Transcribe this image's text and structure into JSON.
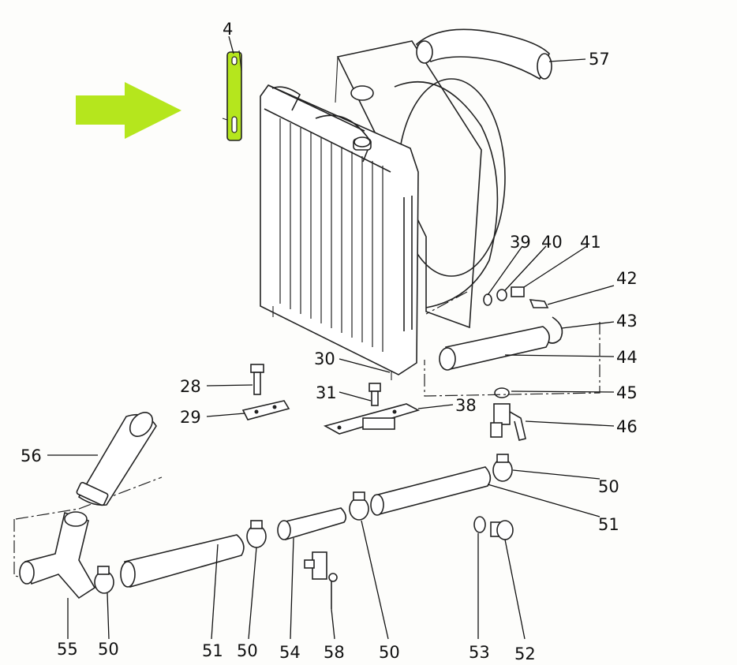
{
  "highlight_color": "#b5e61d",
  "arrow_icon": "green-arrow-right",
  "callouts": {
    "c4": "4",
    "c57": "57",
    "c39": "39",
    "c40": "40",
    "c41": "41",
    "c42": "42",
    "c43": "43",
    "c44": "44",
    "c45": "45",
    "c46": "46",
    "c30": "30",
    "c28": "28",
    "c29": "29",
    "c31": "31",
    "c38": "38",
    "c56": "56",
    "c50a": "50",
    "c51a": "51",
    "c55": "55",
    "c50b": "50",
    "c51b": "51",
    "c50c": "50",
    "c54": "54",
    "c58": "58",
    "c50d": "50",
    "c53": "53",
    "c52": "52"
  }
}
